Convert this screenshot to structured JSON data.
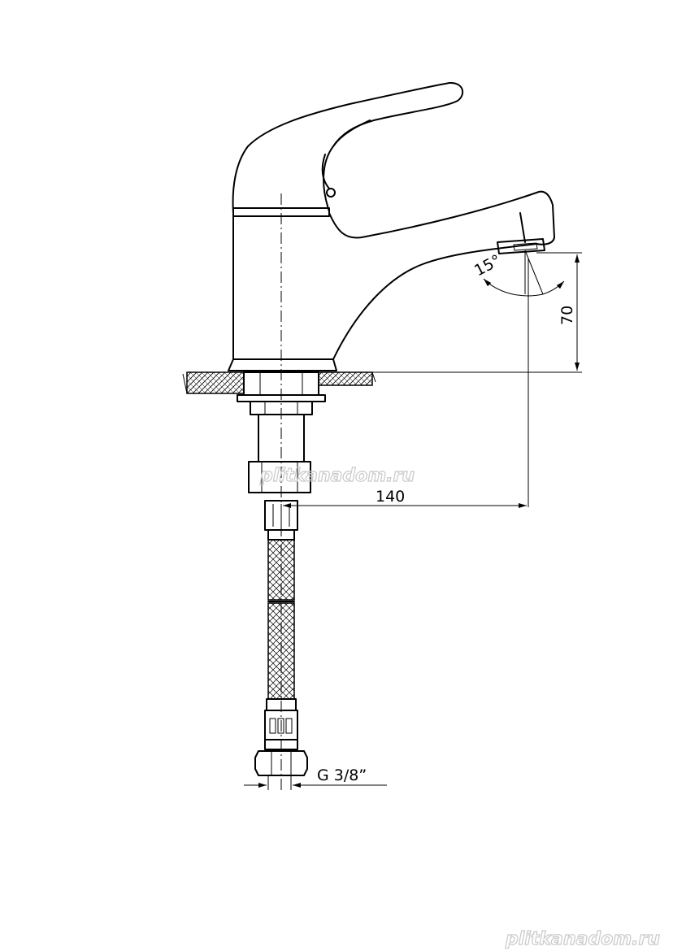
{
  "dimensions": {
    "angle": "15°",
    "height": "70",
    "reach": "140",
    "connection": "G 3/8”"
  },
  "watermarks": {
    "center": "plitkanadom.ru",
    "corner": "plitkanadom.ru"
  }
}
